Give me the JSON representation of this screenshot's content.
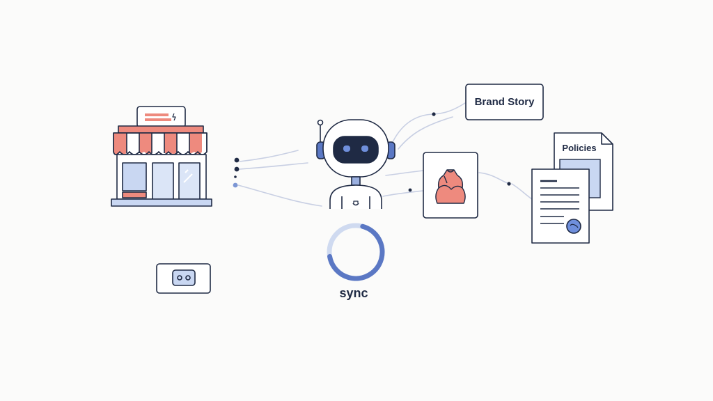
{
  "labels": {
    "brand_story": "Brand Story",
    "policies": "Policies",
    "sync": "sync"
  },
  "progress": {
    "sync_fraction": 0.68
  },
  "colors": {
    "outline": "#1f2a44",
    "accent_blue": "#5b78c4",
    "light_blue": "#c9d7f2",
    "accent_coral": "#ee8a7e",
    "ring_track": "#cfdaf0",
    "connector": "#c8cfe3"
  },
  "icons": {
    "store": "storefront-icon",
    "robot": "robot-assistant-icon",
    "product": "product-tag-icon",
    "policies": "policy-document-icon",
    "signed": "signed-document-icon",
    "plug": "plug-socket-icon"
  }
}
